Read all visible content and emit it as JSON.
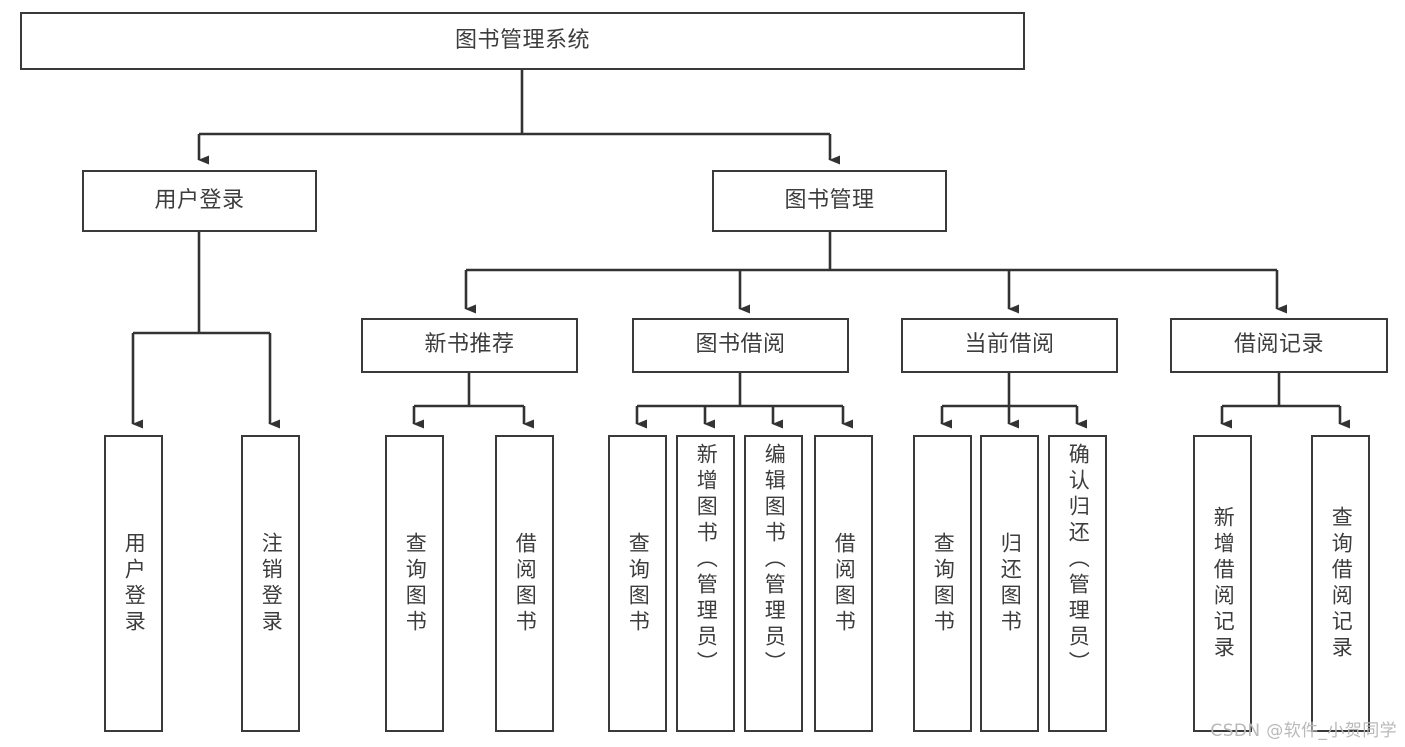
{
  "diagram": {
    "title": "图书管理系统",
    "type": "tree-hierarchy-chart",
    "orientation": "top-down",
    "colors": {
      "box_border": "#3a3a3a",
      "box_fill": "#ffffff",
      "edge": "#333333",
      "text": "#3d3d3d",
      "background": "#ffffff",
      "watermark": "#b9b9b9"
    },
    "root": {
      "label": "图书管理系统"
    },
    "level2": [
      {
        "label": "用户登录"
      },
      {
        "label": "图书管理"
      }
    ],
    "level3": [
      {
        "label": "新书推荐"
      },
      {
        "label": "图书借阅"
      },
      {
        "label": "当前借阅"
      },
      {
        "label": "借阅记录"
      }
    ],
    "leaves": {
      "user_login": [
        {
          "label": "用户登录"
        },
        {
          "label": "注销登录"
        }
      ],
      "new_book_recommend": [
        {
          "label": "查询图书"
        },
        {
          "label": "借阅图书"
        }
      ],
      "book_borrow": [
        {
          "label": "查询图书"
        },
        {
          "label": "新增图书（管理员）"
        },
        {
          "label": "编辑图书（管理员）"
        },
        {
          "label": "借阅图书"
        }
      ],
      "current_borrow": [
        {
          "label": "查询图书"
        },
        {
          "label": "归还图书"
        },
        {
          "label": "确认归还（管理员）"
        }
      ],
      "borrow_record": [
        {
          "label": "新增借阅记录"
        },
        {
          "label": "查询借阅记录"
        }
      ]
    }
  },
  "watermark": {
    "text": "CSDN @软件_小贺同学"
  }
}
